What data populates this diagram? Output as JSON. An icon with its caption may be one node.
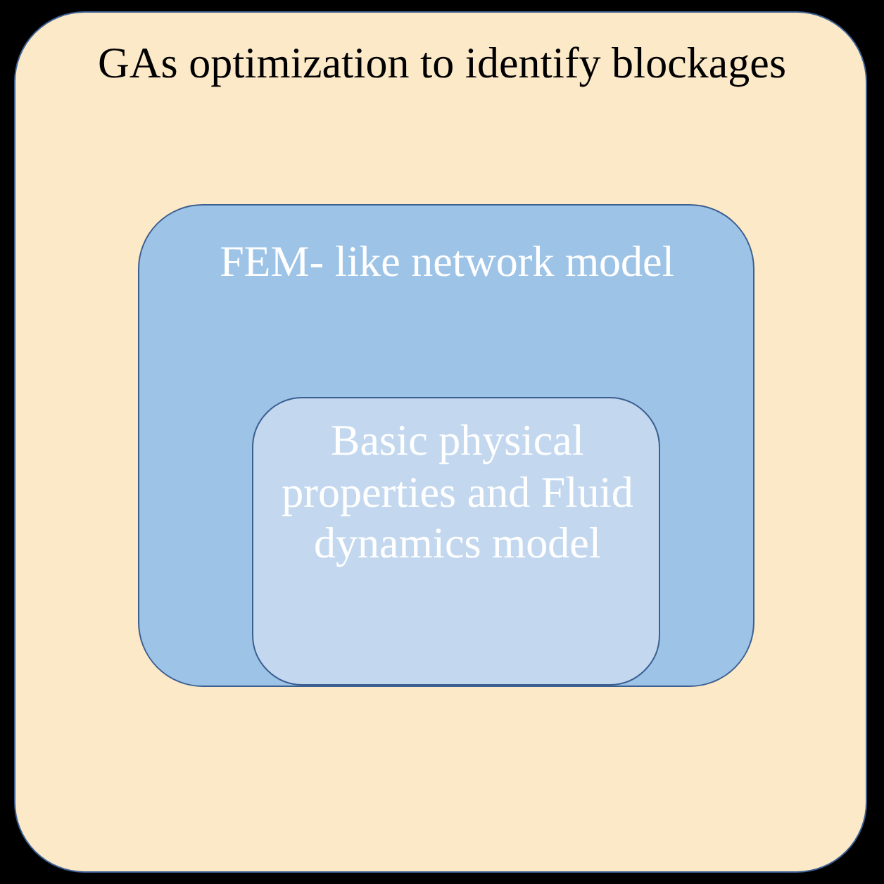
{
  "diagram": {
    "nodes": [
      {
        "text": [
          "GAs optimization to identify blockages"
        ]
      },
      {
        "text": [
          "FEM- like network model"
        ],
        "in": 0
      },
      {
        "text": [
          "Basic physical properties and Fluid dynamics model"
        ],
        "in": 1
      }
    ]
  }
}
